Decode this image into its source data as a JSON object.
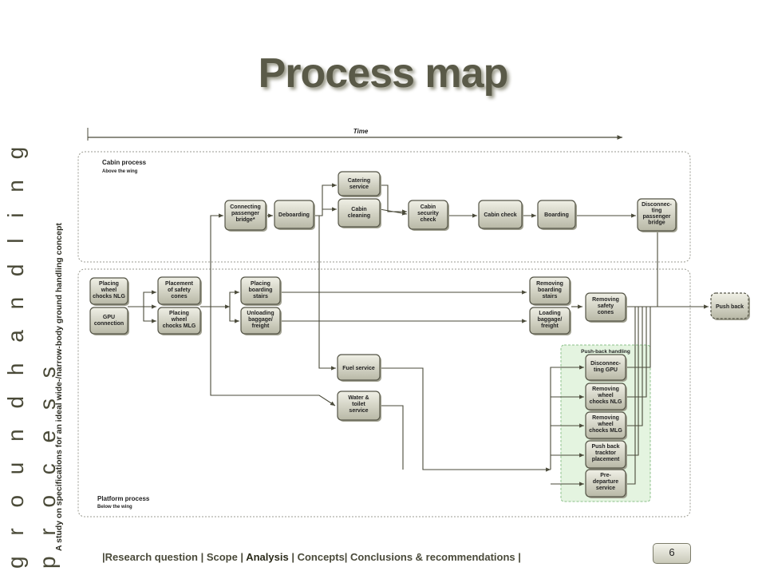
{
  "sidebar": {
    "line1": "g r o u n d   h a n d l i n g",
    "line2": "p r o c e s s",
    "subtitle": "A study on specifications for an ideal wide-/narrow-body ground handling concept"
  },
  "title": "Process map",
  "time_label": "Time",
  "cabin": {
    "title": "Cabin process",
    "subtitle": "Above the wing"
  },
  "platform": {
    "title": "Platform process",
    "subtitle": "Below the wing"
  },
  "pushback_group": "Push-back handling",
  "nodes": {
    "connecting_bridge": [
      "Connecting",
      "passenger",
      "bridge*"
    ],
    "deboarding": [
      "Deboarding"
    ],
    "catering": [
      "Catering",
      "service"
    ],
    "cabin_cleaning": [
      "Cabin",
      "cleaning"
    ],
    "cabin_security": [
      "Cabin",
      "security",
      "check"
    ],
    "cabin_check": [
      "Cabin check"
    ],
    "boarding": [
      "Boarding"
    ],
    "disconnecting_bridge": [
      "Disconnec-",
      "ting",
      "passenger",
      "bridge"
    ],
    "chocks_nlg": [
      "Placing",
      "wheel",
      "chocks NLG"
    ],
    "gpu_connection": [
      "GPU",
      "connection"
    ],
    "safety_cones": [
      "Placement",
      "of safety",
      "cones"
    ],
    "chocks_mlg": [
      "Placing",
      "wheel",
      "chocks MLG"
    ],
    "boarding_stairs": [
      "Placing",
      "boarding",
      "stairs"
    ],
    "unloading": [
      "Unloading",
      "baggage/",
      "freight"
    ],
    "removing_stairs": [
      "Removing",
      "boarding",
      "stairs"
    ],
    "loading": [
      "Loading",
      "baggage/",
      "freight"
    ],
    "removing_cones": [
      "Removing",
      "safety",
      "cones"
    ],
    "push_back": [
      "Push back"
    ],
    "fuel": [
      "Fuel service"
    ],
    "water": [
      "Water &",
      "toilet",
      "service"
    ],
    "disconnect_gpu": [
      "Disconnec-",
      "ting GPU"
    ],
    "remove_chocks_nlg": [
      "Removing",
      "wheel",
      "chocks NLG"
    ],
    "remove_chocks_mlg": [
      "Removing",
      "wheel",
      "chocks MLG"
    ],
    "tractor": [
      "Push back",
      "tracktor",
      "placement"
    ],
    "predeparture": [
      "Pre-",
      "departure",
      "service"
    ]
  },
  "nav": {
    "prefix": "|Research question | Scope | ",
    "active": "Analysis",
    "suffix": " | Concepts| Conclusions & recommendations |"
  },
  "page_number": "6",
  "colors": {
    "node_fill": "#d8d8c8",
    "pushback_bg": "#e4f4e0",
    "edge": "#4a4a3a"
  }
}
